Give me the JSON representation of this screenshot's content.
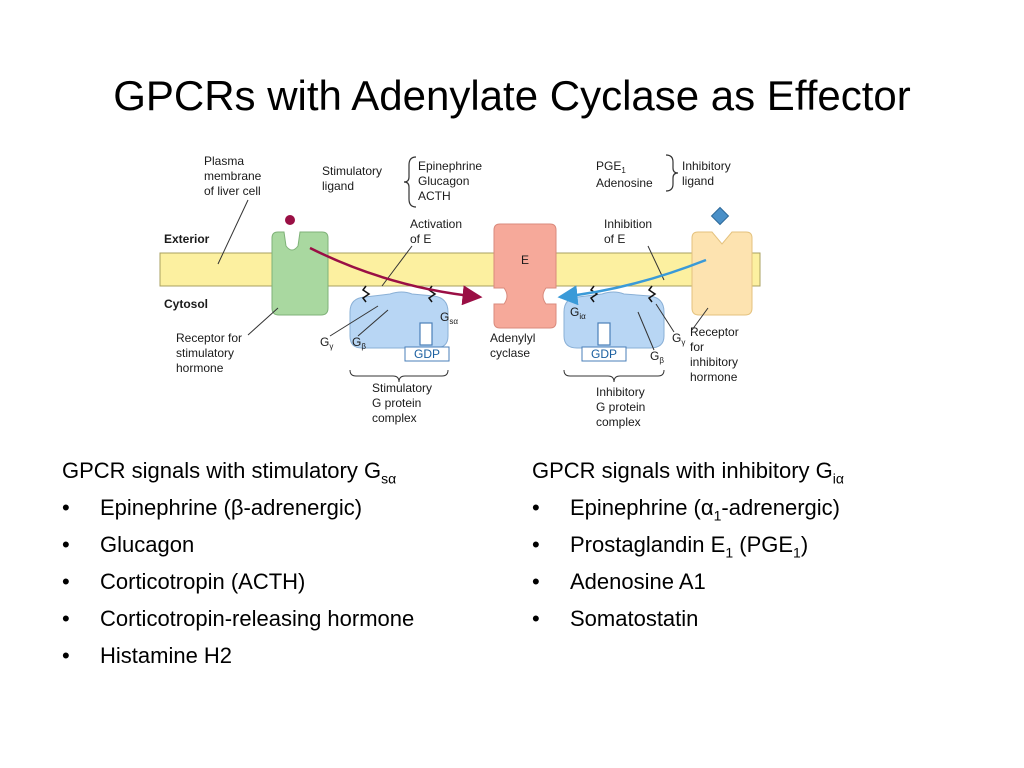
{
  "title": "GPCRs with Adenylate Cyclase as Effector",
  "figure": {
    "plasma": [
      "Plasma",
      "membrane",
      "of liver cell"
    ],
    "stim_ligand": [
      "Stimulatory",
      "ligand"
    ],
    "stim_examples": [
      "Epinephrine",
      "Glucagon",
      "ACTH"
    ],
    "inh_examples": [
      "Adenosine"
    ],
    "inh_ligand": [
      "Inhibitory",
      "ligand"
    ],
    "pge_base": "PGE",
    "pge_sub": "1",
    "exterior": "Exterior",
    "cytosol": "Cytosol",
    "activation": [
      "Activation",
      "of E"
    ],
    "inhibition": [
      "Inhibition",
      "of E"
    ],
    "effector": "E",
    "adenylyl": [
      "Adenylyl",
      "cyclase"
    ],
    "receptor_stim": [
      "Receptor for",
      "stimulatory",
      "hormone"
    ],
    "receptor_inh": [
      "Receptor",
      "for",
      "inhibitory",
      "hormone"
    ],
    "stim_complex": [
      "Stimulatory",
      "G protein",
      "complex"
    ],
    "inh_complex": [
      "Inhibitory",
      "G protein",
      "complex"
    ],
    "gdp": "GDP",
    "g": "G",
    "gamma": "γ",
    "beta": "β",
    "salpha": "sα",
    "ialpha": "iα"
  },
  "left": {
    "heading": "GPCR signals with stimulatory G",
    "heading_sub": "sα",
    "items": [
      "Epinephrine (β-adrenergic)",
      "Glucagon",
      "Corticotropin (ACTH)",
      "Corticotropin-releasing hormone",
      "Histamine H2"
    ]
  },
  "right": {
    "heading": "GPCR signals with inhibitory G",
    "heading_sub": "iα",
    "items": {
      "epi_a": "Epinephrine (α",
      "epi_sub": "1",
      "epi_b": "-adrenergic)",
      "pg_a": "Prostaglandin E",
      "pg_sub1": "1",
      "pg_b": " (PGE",
      "pg_sub2": "1",
      "pg_c": ")",
      "adenosine": "Adenosine A1",
      "somatostatin": "Somatostatin"
    }
  },
  "colors": {
    "membrane": "#fcf0a0",
    "receptor_stim": "#a9d8a0",
    "receptor_inh": "#fde3b0",
    "effector": "#f6a99a",
    "g_protein": "#b8d6f4",
    "ligand_stim": "#9a0f45",
    "ligand_inh": "#4a90c8",
    "arrow_stim": "#9a0f45",
    "arrow_inh": "#3a9ad8"
  }
}
